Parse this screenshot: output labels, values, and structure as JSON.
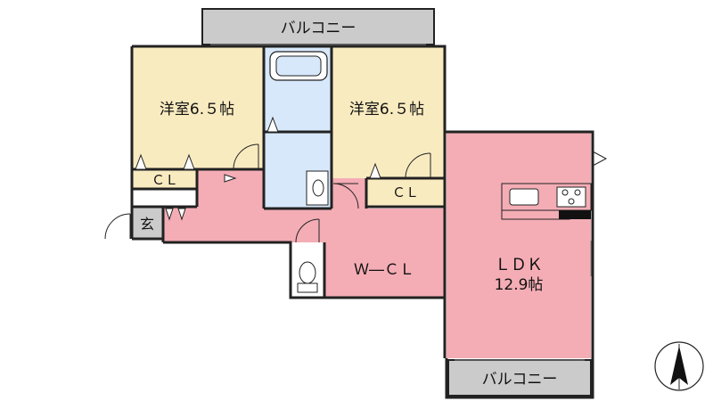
{
  "colors": {
    "bedroom": "#f9ebc0",
    "ldk": "#f4adb5",
    "hall": "#f4adb5",
    "wcl": "#f4adb5",
    "bath": "#d7e8fb",
    "balcony": "#cbcbcb",
    "entrance": "#cbcbcb",
    "wall": "#222222",
    "kitchen_counter": "#f4adb5"
  },
  "rooms": {
    "bedroom_left": {
      "label": "洋室6.５帖"
    },
    "bedroom_right": {
      "label": "洋室6.５帖"
    },
    "closet_left": {
      "label": "ＣＬ"
    },
    "closet_right": {
      "label": "ＣＬ"
    },
    "entrance": {
      "label": "玄"
    },
    "wcl": {
      "label": "Ｗ―ＣＬ"
    },
    "ldk": {
      "name": "ＬＤＫ",
      "size": "12.9帖"
    },
    "balcony_top": {
      "label": "バルコニー"
    },
    "balcony_bottom": {
      "label": "バルコニー"
    }
  },
  "compass": {
    "icon": "north-arrow-icon"
  }
}
